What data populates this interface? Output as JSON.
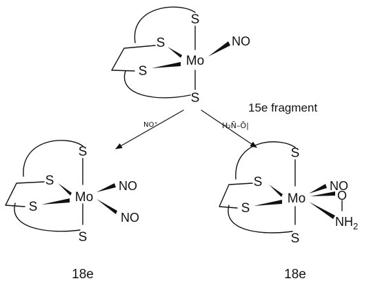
{
  "diagram": {
    "top": {
      "metal": "Mo",
      "s_top": "S",
      "s_left_upper": "S",
      "s_left_lower": "S",
      "s_bottom": "S",
      "no": "NO"
    },
    "fragment_label": "15e fragment",
    "reagent_left": "NO⁺",
    "reagent_right": "H₂N̄–Ō|",
    "left_product": {
      "metal": "Mo",
      "s_top": "S",
      "s_left_upper": "S",
      "s_left_lower": "S",
      "s_bottom": "S",
      "no_upper": "NO",
      "no_lower": "NO",
      "electron_count": "18e"
    },
    "right_product": {
      "metal": "Mo",
      "s_top": "S",
      "s_left_upper": "S",
      "s_left_lower": "S",
      "s_bottom": "S",
      "no": "NO",
      "o": "O",
      "nh2_n": "NH",
      "nh2_sub": "2",
      "electron_count": "18e"
    }
  },
  "colors": {
    "ink": "#111111",
    "background": "#ffffff"
  }
}
